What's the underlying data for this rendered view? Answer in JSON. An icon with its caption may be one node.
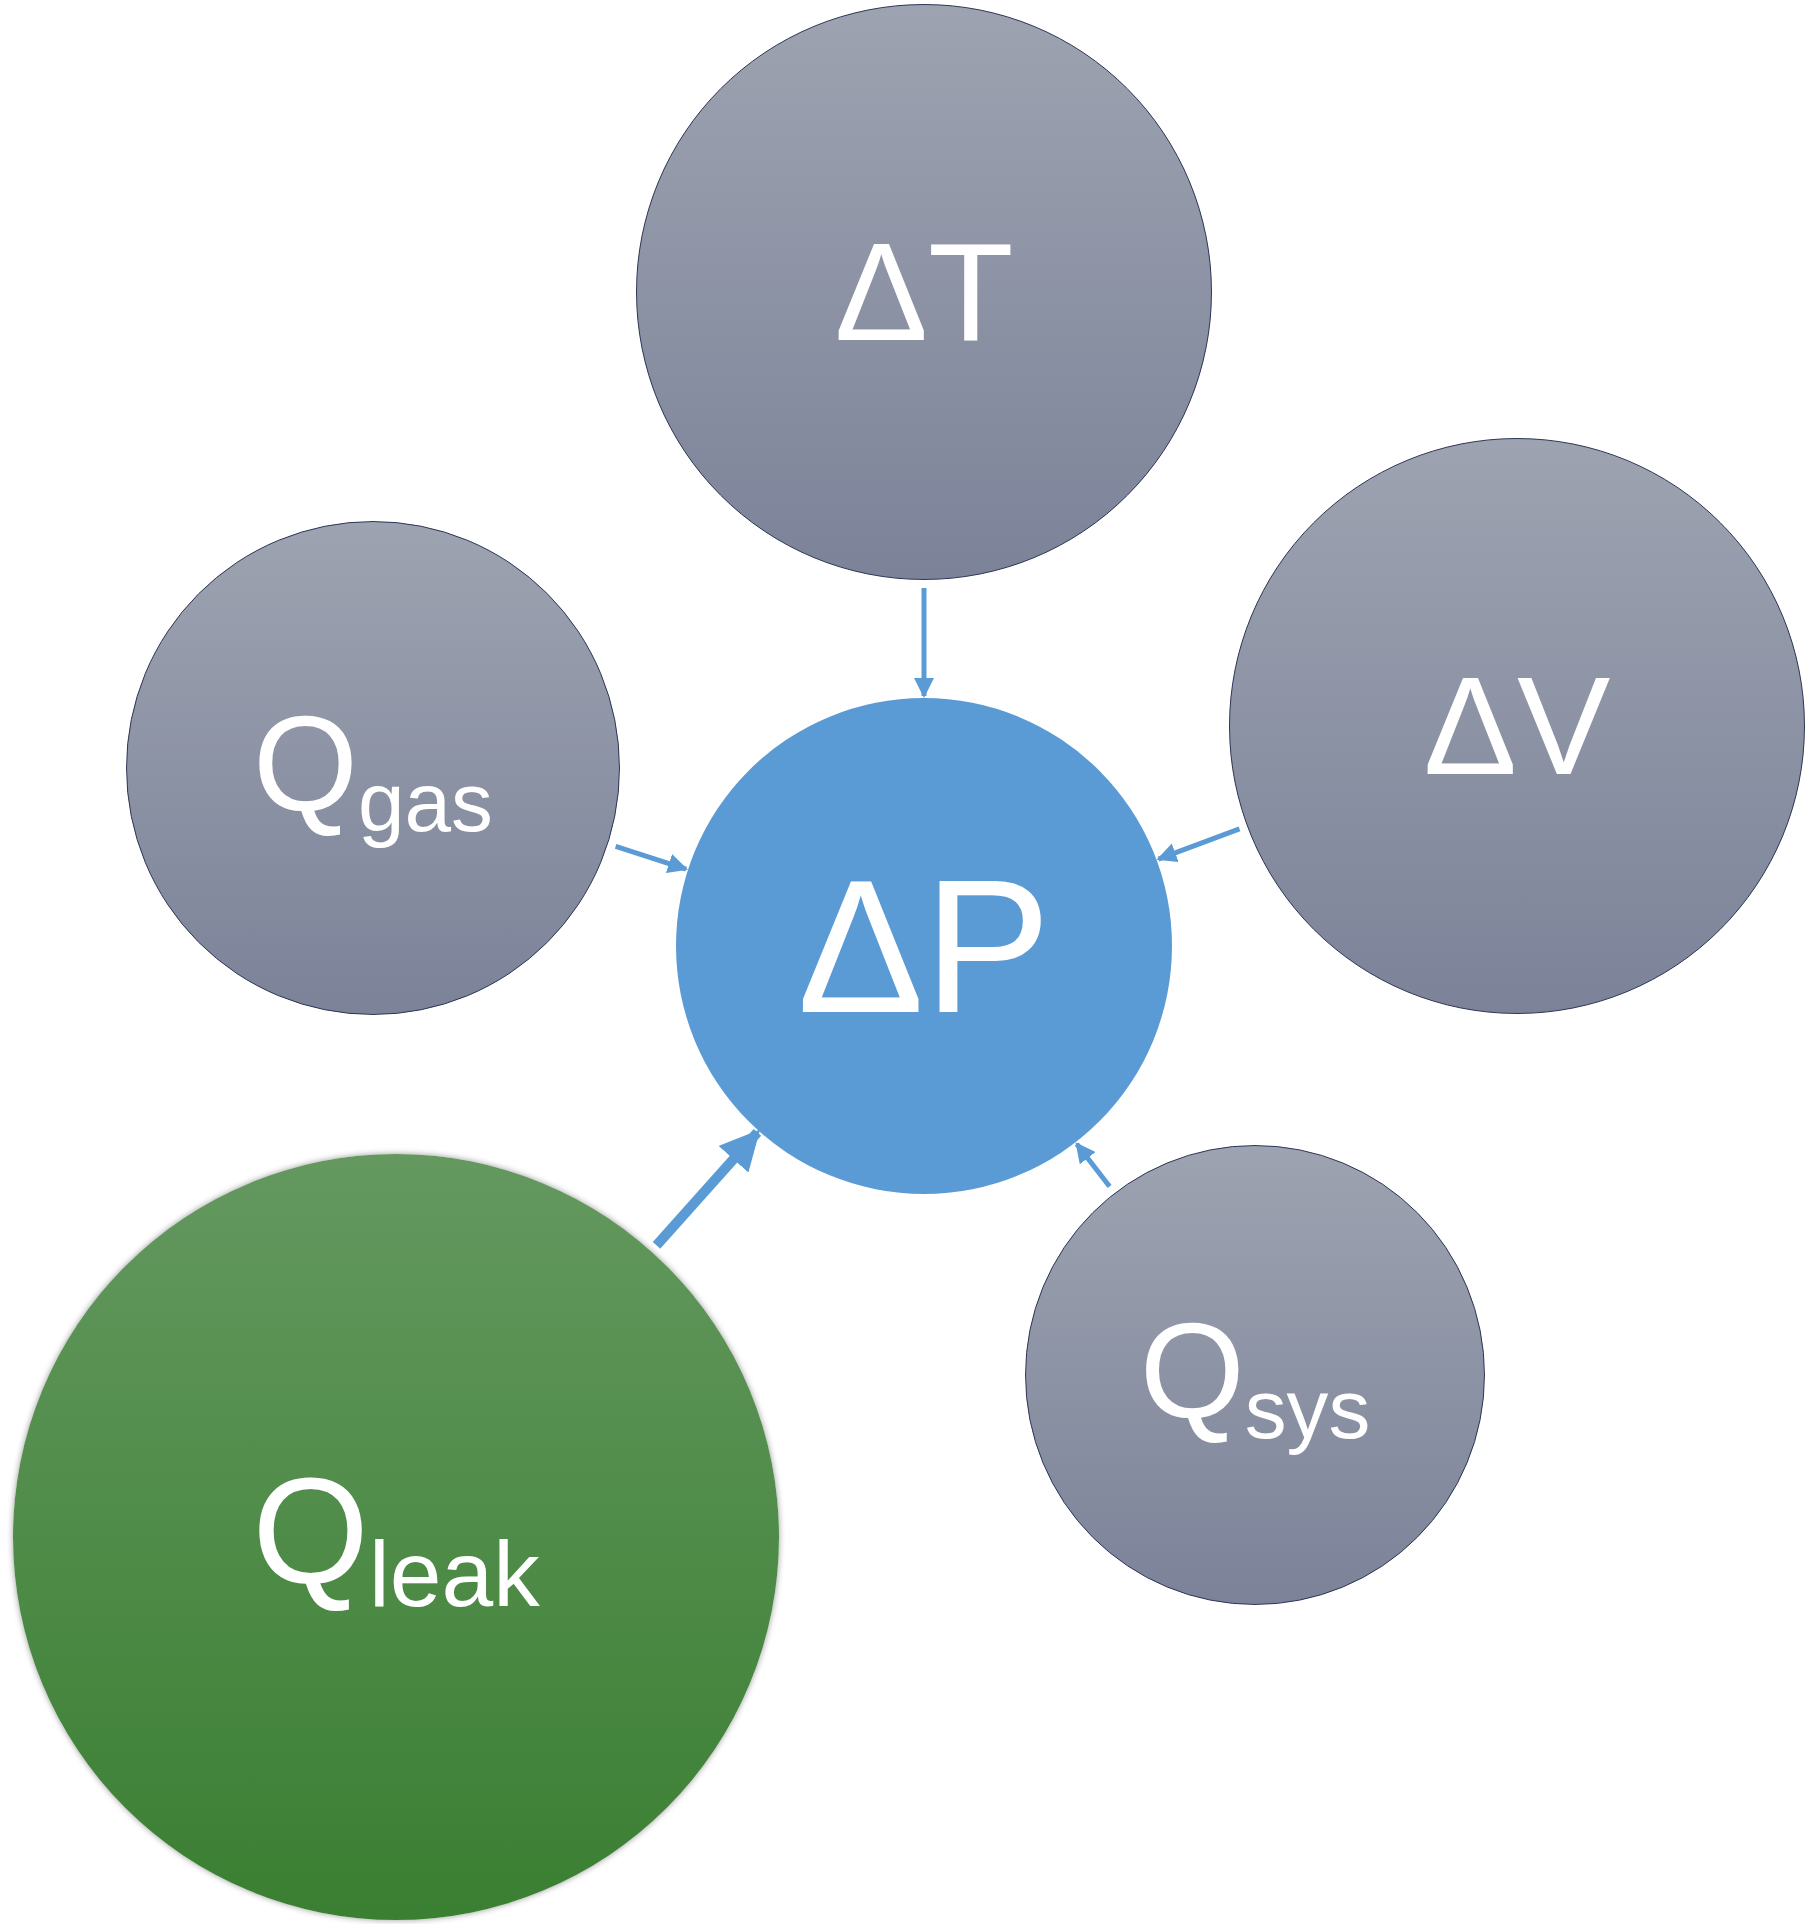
{
  "diagram": {
    "nodes": [
      {
        "text": [
          "ΔT"
        ]
      },
      {
        "text": [
          "Q$_{gas}$"
        ]
      },
      {
        "text": [
          "ΔV"
        ]
      },
      {
        "text": [
          "ΔP"
        ]
      },
      {
        "text": [
          "Q$_{leak}$"
        ]
      },
      {
        "text": [
          "Q$_{sys}$"
        ]
      }
    ],
    "edges": [
      {
        "from": 0,
        "to": 3,
        "arrow": "to"
      },
      {
        "from": 1,
        "to": 3,
        "arrow": "to"
      },
      {
        "from": 2,
        "to": 3,
        "arrow": "to"
      },
      {
        "from": 4,
        "to": 3,
        "arrow": "to",
        "style": "thick"
      },
      {
        "from": 5,
        "to": 3,
        "arrow": "to"
      }
    ]
  }
}
